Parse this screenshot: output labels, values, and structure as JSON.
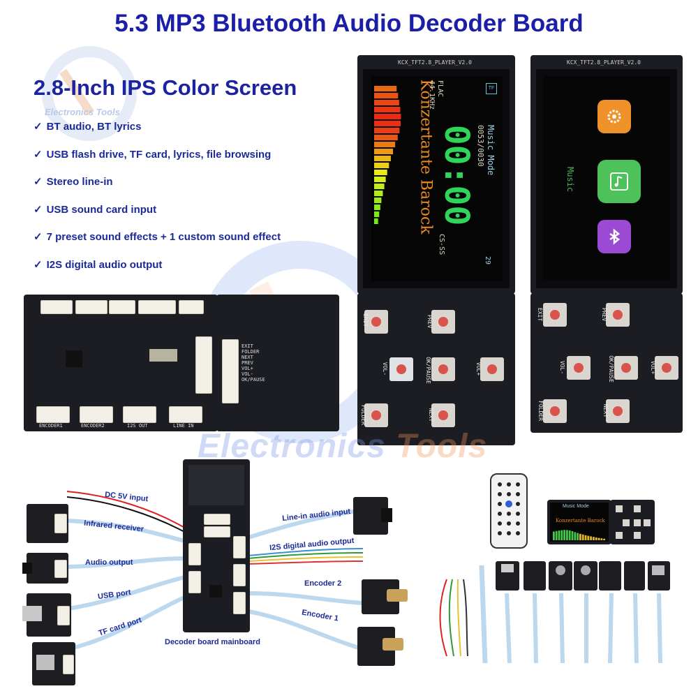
{
  "header": {
    "title": "5.3 MP3 Bluetooth Audio Decoder Board"
  },
  "screen_section": {
    "subtitle": "2.8-Inch IPS Color Screen",
    "check_glyph": "✓",
    "features": [
      "BT audio, BT lyrics",
      "USB flash drive, TF card, lyrics, file browsing",
      "Stereo line-in",
      "USB sound card input",
      "7 preset sound effects + 1 custom sound effect",
      "I2S digital audio output"
    ]
  },
  "watermark": {
    "small": "Electronics Tools",
    "big_1": "Electronics",
    "big_2": "Tools"
  },
  "display_left": {
    "board_label": "KCX_TFT2.8_PLAYER_V2.0",
    "format": "FLAC",
    "sample_rate": "44.1KHz",
    "tf_badge": "TF",
    "time": "00:00",
    "track_counter": "0053/0030",
    "mode": "Music Mode",
    "song": "Konzertante Barock",
    "codec": "CS-SS",
    "volume": "29",
    "bar_levels": [
      0.62,
      0.66,
      0.69,
      0.72,
      0.74,
      0.73,
      0.7,
      0.65,
      0.58,
      0.52,
      0.46,
      0.41,
      0.36,
      0.32,
      0.28,
      0.24,
      0.2,
      0.17,
      0.14,
      0.11
    ]
  },
  "display_right": {
    "board_label": "KCX_TFT2.8_PLAYER_V2.0",
    "menu_label": "Music",
    "colors": {
      "settings": "#f0922a",
      "music": "#4ec25a",
      "bluetooth": "#9b4bd3"
    }
  },
  "button_board": {
    "buttons": {
      "exit": "EXIT",
      "prev": "PREV",
      "vol_minus": "VOL-",
      "ok_pause": "OK/PAUSE",
      "vol_plus": "VOL+",
      "folder": "FOLDER",
      "next": "NEXT"
    }
  },
  "mainboard": {
    "bottom_connectors": [
      "ENCODER1",
      "ENCODER2",
      "I2S OUT",
      "LINE IN"
    ],
    "side_labels": [
      "EXIT",
      "FOLDER",
      "NEXT",
      "PREV",
      "VOL+",
      "VOL-",
      "OK/PAUSE"
    ]
  },
  "wiring": {
    "left_labels": [
      "DC 5V input",
      "Infrared receiver",
      "Audio output",
      "USB port",
      "TF card port"
    ],
    "right_labels": [
      "Line-in audio input",
      "I2S digital audio output",
      "Encoder 2",
      "Encoder 1"
    ],
    "center_label": "Decoder board mainboard"
  },
  "mini_display": {
    "mode": "Music Mode",
    "song": "Konzertante Barock"
  }
}
